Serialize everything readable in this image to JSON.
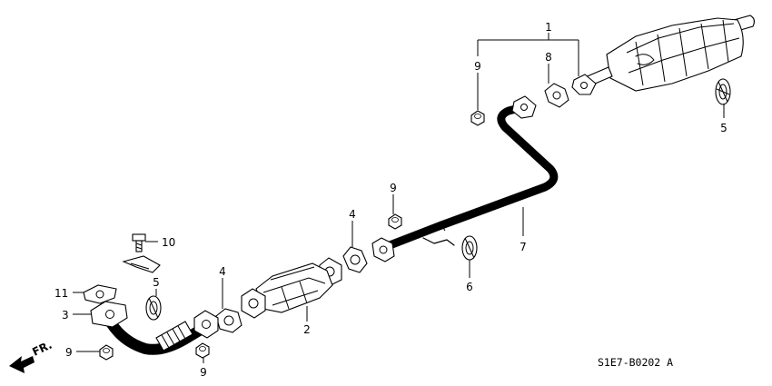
{
  "diagram": {
    "code": "S1E7-B0202 A",
    "direction_label": "FR.",
    "callouts": {
      "c1": "1",
      "c2": "2",
      "c3": "3",
      "c4a": "4",
      "c4b": "4",
      "c5a": "5",
      "c5b": "5",
      "c6": "6",
      "c7": "7",
      "c8": "8",
      "c9a": "9",
      "c9b": "9",
      "c9c": "9",
      "c9d": "9",
      "c10": "10",
      "c11": "11"
    }
  }
}
